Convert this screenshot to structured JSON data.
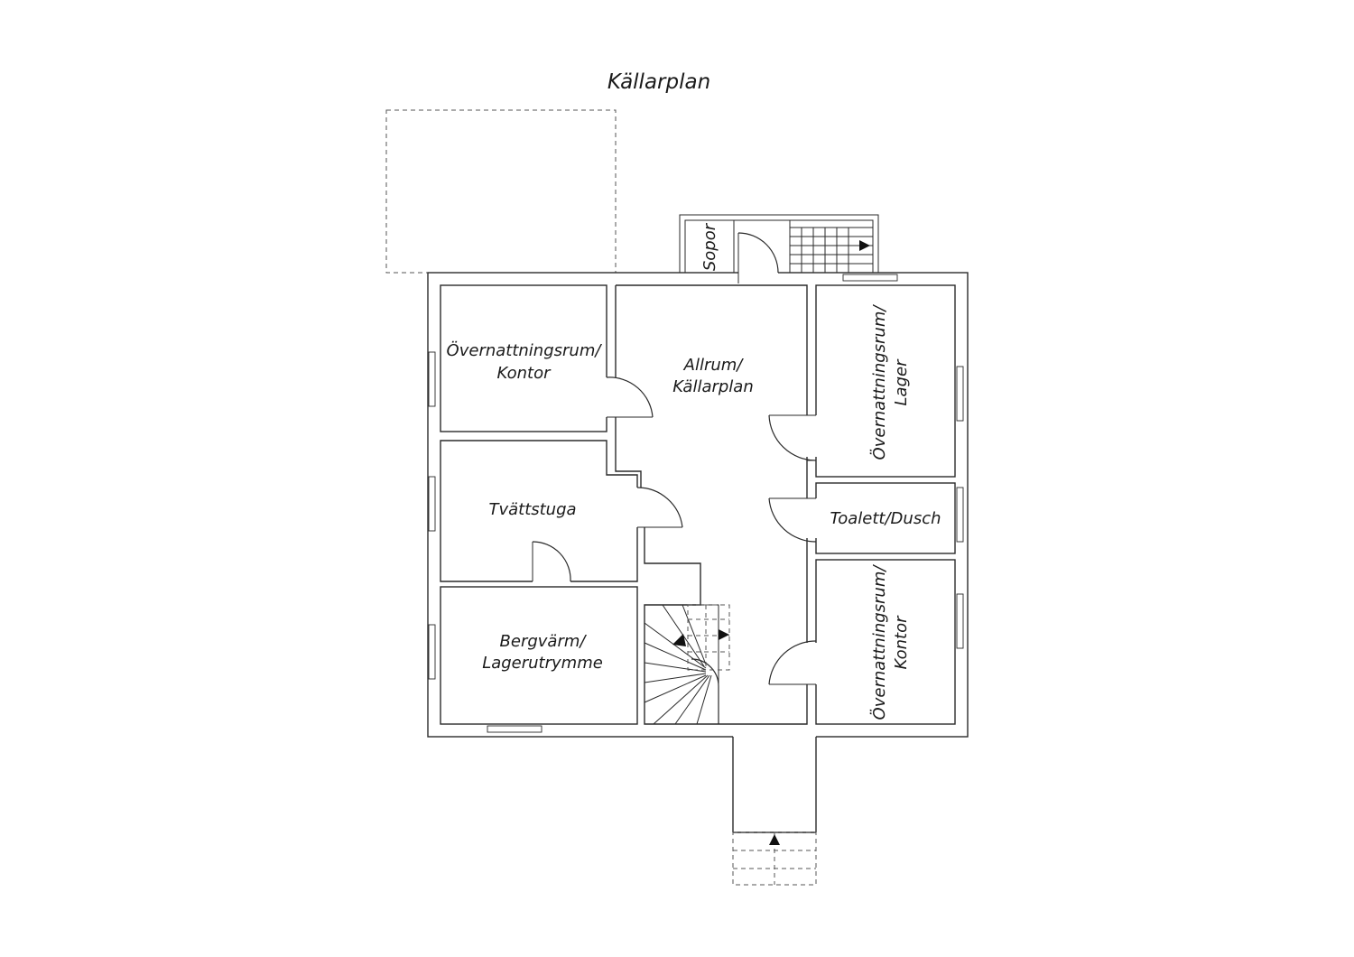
{
  "title": "Källarplan",
  "rooms": {
    "sovrum_kontor_left": [
      "Övernattningsrum/",
      "Kontor"
    ],
    "allrum": [
      "Allrum/",
      "Källarplan"
    ],
    "lager_right": [
      "Övernattningsrum/",
      "Lager"
    ],
    "tvattstuga": "Tvättstuga",
    "toalett": "Toalett/Dusch",
    "bergvarm": [
      "Bergvärm/",
      "Lagerutrymme"
    ],
    "kontor_right": [
      "Övernattningsrum/",
      "Kontor"
    ],
    "sopor": "Sopor"
  }
}
